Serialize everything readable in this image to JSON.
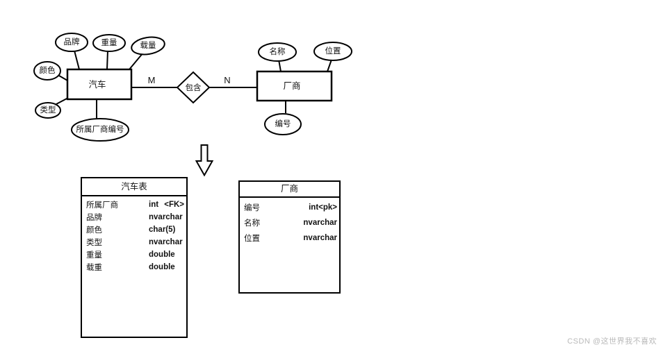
{
  "er": {
    "car": {
      "label": "汽车",
      "attributes": {
        "brand": "品牌",
        "weight": "重量",
        "load": "载量",
        "color": "颜色",
        "type": "类型",
        "manufacturer_no": "所属厂商编号"
      }
    },
    "relationship": {
      "label": "包含",
      "left_cardinality": "M",
      "right_cardinality": "N"
    },
    "manufacturer": {
      "label": "厂商",
      "attributes": {
        "name": "名称",
        "location": "位置",
        "no": "编号"
      }
    }
  },
  "tables": {
    "car": {
      "title": "汽车表",
      "rows": [
        {
          "name": "所属厂商",
          "type": "int",
          "key": "<FK>"
        },
        {
          "name": "品牌",
          "type": "nvarchar",
          "key": ""
        },
        {
          "name": "颜色",
          "type": "char(5)",
          "key": ""
        },
        {
          "name": "类型",
          "type": "nvarchar",
          "key": ""
        },
        {
          "name": "重量",
          "type": "double",
          "key": ""
        },
        {
          "name": "载重",
          "type": "double",
          "key": ""
        }
      ]
    },
    "manufacturer": {
      "title": "厂商",
      "rows": [
        {
          "name": "编号",
          "type": "int<pk>"
        },
        {
          "name": "名称",
          "type": "nvarchar"
        },
        {
          "name": "位置",
          "type": "nvarchar"
        }
      ]
    }
  },
  "watermark": "CSDN @这世界我不喜欢"
}
